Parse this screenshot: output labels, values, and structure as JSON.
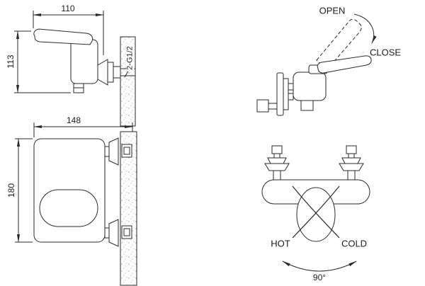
{
  "views": {
    "side": {
      "width_dim": "110",
      "height_dim": "113",
      "thread_label": "2-G1/2"
    },
    "front": {
      "width_dim": "148",
      "height_dim": "180"
    },
    "operation": {
      "open": "OPEN",
      "close": "CLOSE"
    },
    "supply": {
      "hot": "HOT",
      "cold": "COLD",
      "rotation": "90°"
    }
  },
  "colors": {
    "line": "#2a2a2a",
    "background": "#ffffff",
    "wall_speckle": "#9a9a9a"
  }
}
